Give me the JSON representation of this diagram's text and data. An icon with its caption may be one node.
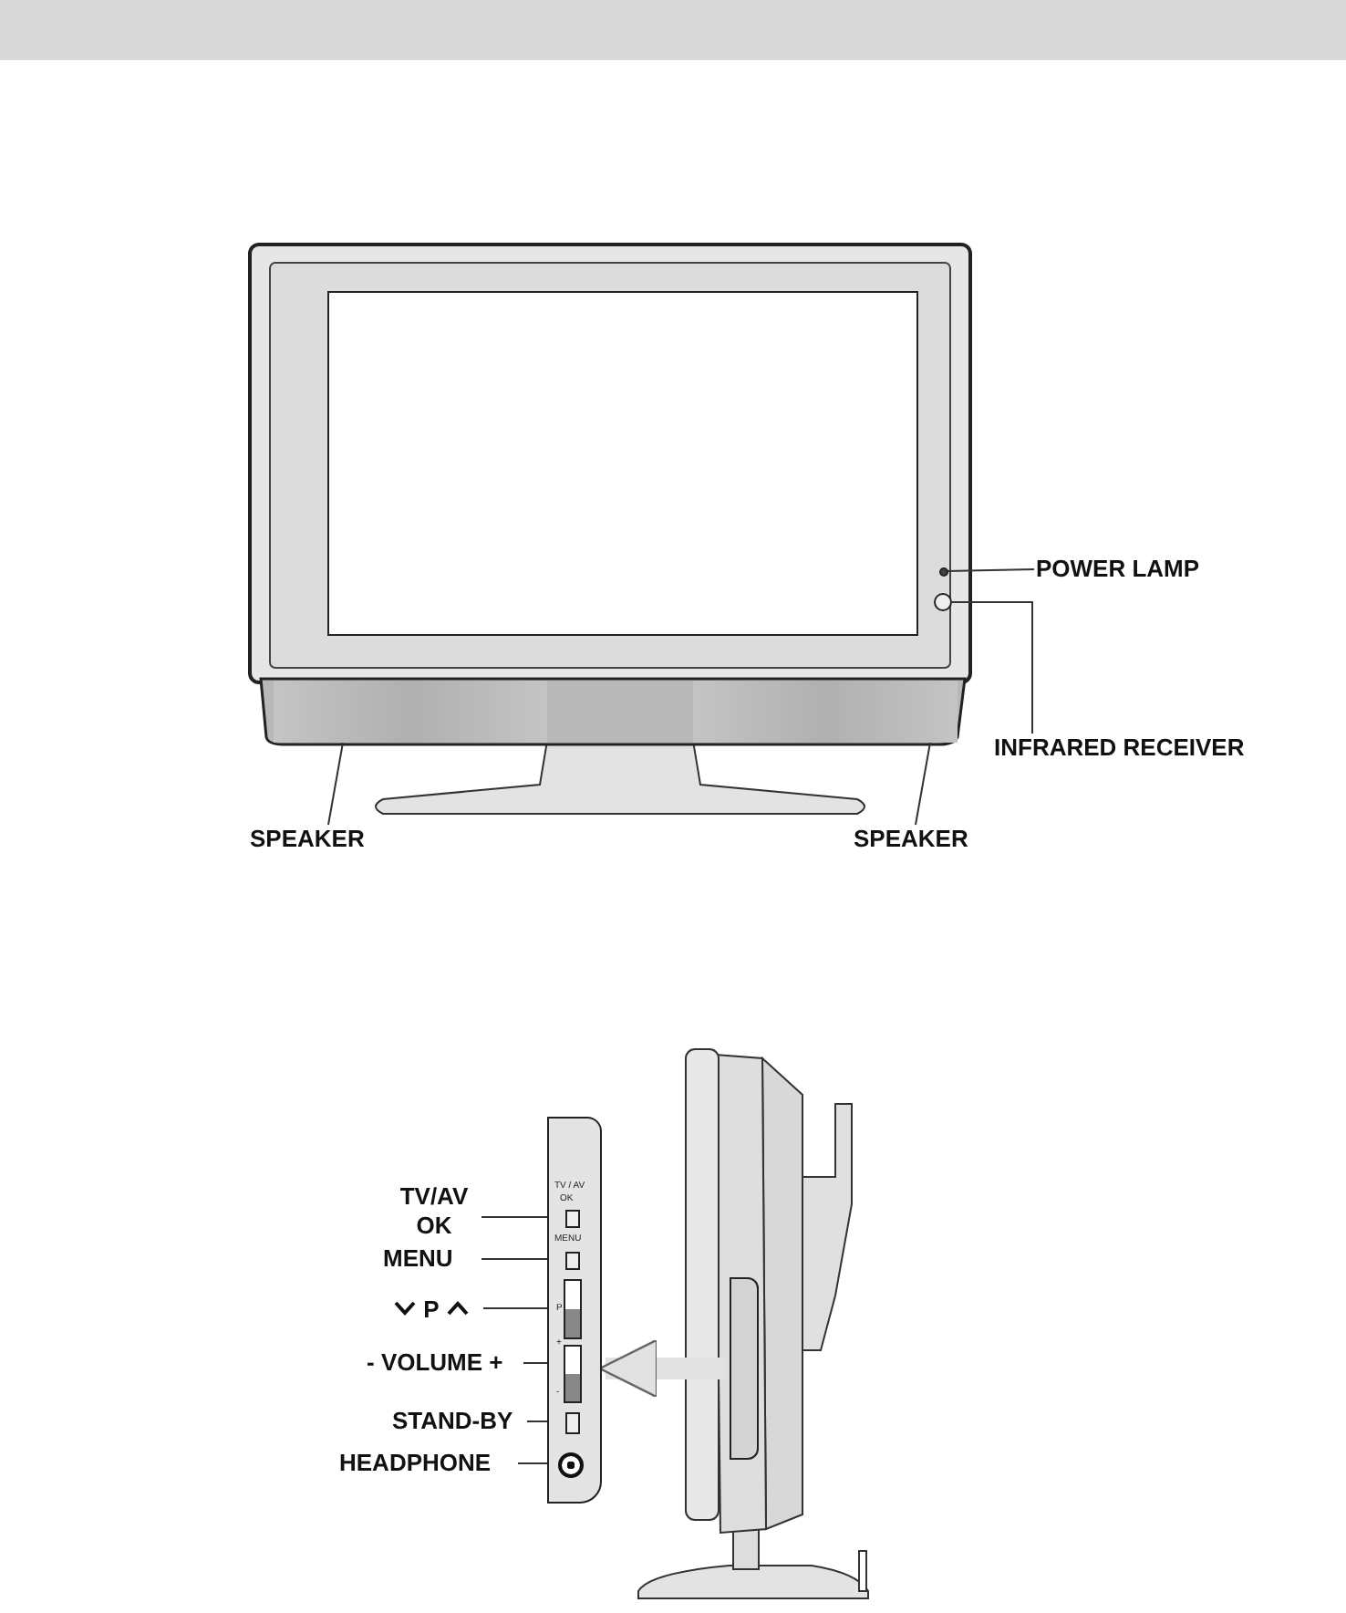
{
  "diagram": {
    "nodes": [
      {
        "text": [
          "POWER LAMP"
        ]
      },
      {
        "text": [],
        "shape": "circle"
      },
      {
        "text": [
          "INFRARED RECEIVER"
        ]
      },
      {
        "text": [],
        "shape": "circle"
      },
      {
        "text": [
          "SPEAKER"
        ]
      },
      {
        "text": [],
        "shape": "box"
      },
      {
        "text": [
          "SPEAKER"
        ]
      },
      {
        "text": [],
        "shape": "box"
      },
      {
        "text": [],
        "shape": "box"
      },
      {
        "text": [
          "TV/AV OK"
        ]
      },
      {
        "text": [],
        "shape": "box",
        "in": 8
      },
      {
        "text": [
          "MENU"
        ]
      },
      {
        "text": [],
        "shape": "box",
        "in": 8
      },
      {
        "text": [
          "P"
        ]
      },
      {
        "text": [],
        "shape": "box",
        "in": 8
      },
      {
        "text": [
          "- VOLUME +"
        ]
      },
      {
        "text": [],
        "shape": "box",
        "in": 8
      },
      {
        "text": [
          "STAND-BY"
        ]
      },
      {
        "text": [],
        "shape": "box",
        "in": 8
      },
      {
        "text": [
          "HEADPHONE"
        ]
      },
      {
        "text": [],
        "shape": "circle",
        "in": 8
      },
      {
        "text": [],
        "shape": "box"
      }
    ],
    "edges": [
      {
        "from": 0,
        "to": 1,
        "arrow": "none"
      },
      {
        "from": 2,
        "to": 3,
        "arrow": "none"
      },
      {
        "from": 4,
        "to": 5,
        "arrow": "none"
      },
      {
        "from": 6,
        "to": 7,
        "arrow": "none"
      },
      {
        "from": 9,
        "to": 10,
        "arrow": "none"
      },
      {
        "from": 11,
        "to": 12,
        "arrow": "none"
      },
      {
        "from": 13,
        "to": 14,
        "arrow": "none"
      },
      {
        "from": 15,
        "to": 16,
        "arrow": "none"
      },
      {
        "from": 17,
        "to": 18,
        "arrow": "none"
      },
      {
        "from": 19,
        "to": 20,
        "arrow": "none"
      },
      {
        "from": 21,
        "to": 8,
        "arrow": "to",
        "style": "thick",
        "color": "#e2e2e2"
      }
    ],
    "labels": [
      "TV / AV",
      "OK",
      "MENU",
      "P",
      "+",
      "-"
    ]
  }
}
